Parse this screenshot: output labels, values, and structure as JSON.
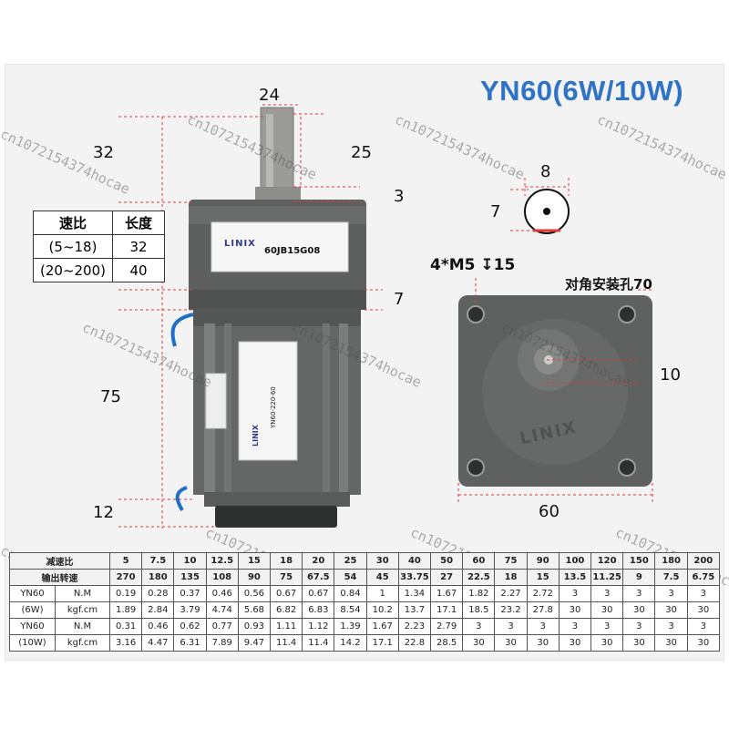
{
  "title": "YN60(6W/10W)",
  "left_view": {
    "shaft_width": "24",
    "key_length": "25",
    "offset": "32",
    "shoulder": "3",
    "gearbox_gap": "7",
    "motor_length": "75",
    "end_length": "12",
    "label_brand": "LINIX",
    "label_model": "60JB15G08",
    "side_brand": "LINIX",
    "side_model": "YN60-220-60"
  },
  "shaft_section": {
    "diameter": "8",
    "flat": "7"
  },
  "front_view": {
    "holes": "4*M5 ↧15",
    "diagonal_holes": "对角安装孔70",
    "center": "10",
    "width": "60",
    "brand": "LINIX"
  },
  "length_table": {
    "headers": [
      "速比",
      "长度"
    ],
    "rows": [
      [
        "(5~18)",
        "32"
      ],
      [
        "(20~200)",
        "40"
      ]
    ]
  },
  "spec_table": {
    "ratio_label": "减速比",
    "speed_label": "输出转速",
    "ratios": [
      "5",
      "7.5",
      "10",
      "12.5",
      "15",
      "18",
      "20",
      "25",
      "30",
      "40",
      "50",
      "60",
      "75",
      "90",
      "100",
      "120",
      "150",
      "180",
      "200"
    ],
    "speeds": [
      "270",
      "180",
      "135",
      "108",
      "90",
      "75",
      "67.5",
      "54",
      "45",
      "33.75",
      "27",
      "22.5",
      "18",
      "15",
      "13.5",
      "11.25",
      "9",
      "7.5",
      "6.75"
    ],
    "rows": [
      {
        "model": "YN60",
        "unit": "N.M",
        "values": [
          "0.19",
          "0.28",
          "0.37",
          "0.46",
          "0.56",
          "0.67",
          "0.67",
          "0.84",
          "1",
          "1.34",
          "1.67",
          "1.82",
          "2.27",
          "2.72",
          "3",
          "3",
          "3",
          "3",
          "3"
        ]
      },
      {
        "model": "(6W)",
        "unit": "kgf.cm",
        "values": [
          "1.89",
          "2.84",
          "3.79",
          "4.74",
          "5.68",
          "6.82",
          "6.83",
          "8.54",
          "10.2",
          "13.7",
          "17.1",
          "18.5",
          "23.2",
          "27.8",
          "30",
          "30",
          "30",
          "30",
          "30"
        ]
      },
      {
        "model": "YN60",
        "unit": "N.M",
        "values": [
          "0.31",
          "0.46",
          "0.62",
          "0.77",
          "0.93",
          "1.11",
          "1.12",
          "1.39",
          "1.67",
          "2.23",
          "2.79",
          "3",
          "3",
          "3",
          "3",
          "3",
          "3",
          "3",
          "3"
        ]
      },
      {
        "model": "(10W)",
        "unit": "kgf.cm",
        "values": [
          "3.16",
          "4.47",
          "6.31",
          "7.89",
          "9.47",
          "11.4",
          "11.4",
          "14.2",
          "17.1",
          "22.8",
          "28.5",
          "30",
          "30",
          "30",
          "30",
          "30",
          "30",
          "30",
          "30"
        ]
      }
    ]
  },
  "watermark": "cn1072154374hocae",
  "colors": {
    "title": "#2f73c7",
    "housing": "#5c5f5e",
    "dim_line": "#e23a3a"
  }
}
